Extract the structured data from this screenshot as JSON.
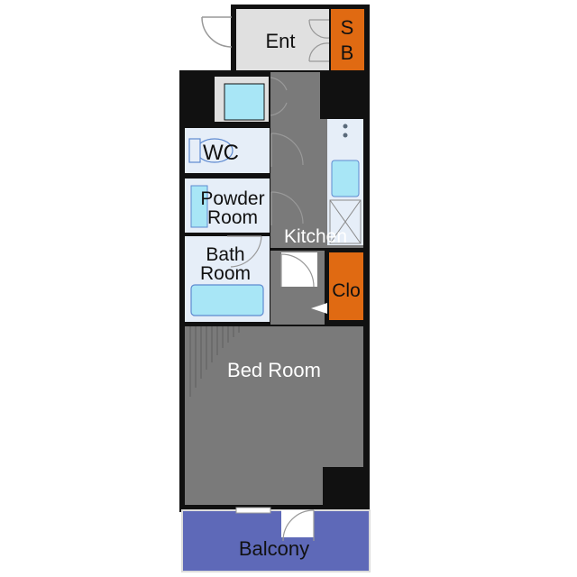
{
  "colors": {
    "wall": "#111111",
    "floor_dark": "#7a7a7a",
    "floor_light": "#e0e0e0",
    "wet_room": "#e6eef8",
    "fixture": "#a8e6f6",
    "storage": "#e06a12",
    "balcony": "#5e69b8",
    "door_line": "#999999"
  },
  "rooms": {
    "entrance": "Ent",
    "shoe_box_1": "S",
    "shoe_box_2": "B",
    "wc": "WC",
    "powder_room_1": "Powder",
    "powder_room_2": "Room",
    "bath_room_1": "Bath",
    "bath_room_2": "Room",
    "kitchen": "Kitchen",
    "closet": "Clo",
    "bed_room": "Bed Room",
    "balcony": "Balcony"
  }
}
